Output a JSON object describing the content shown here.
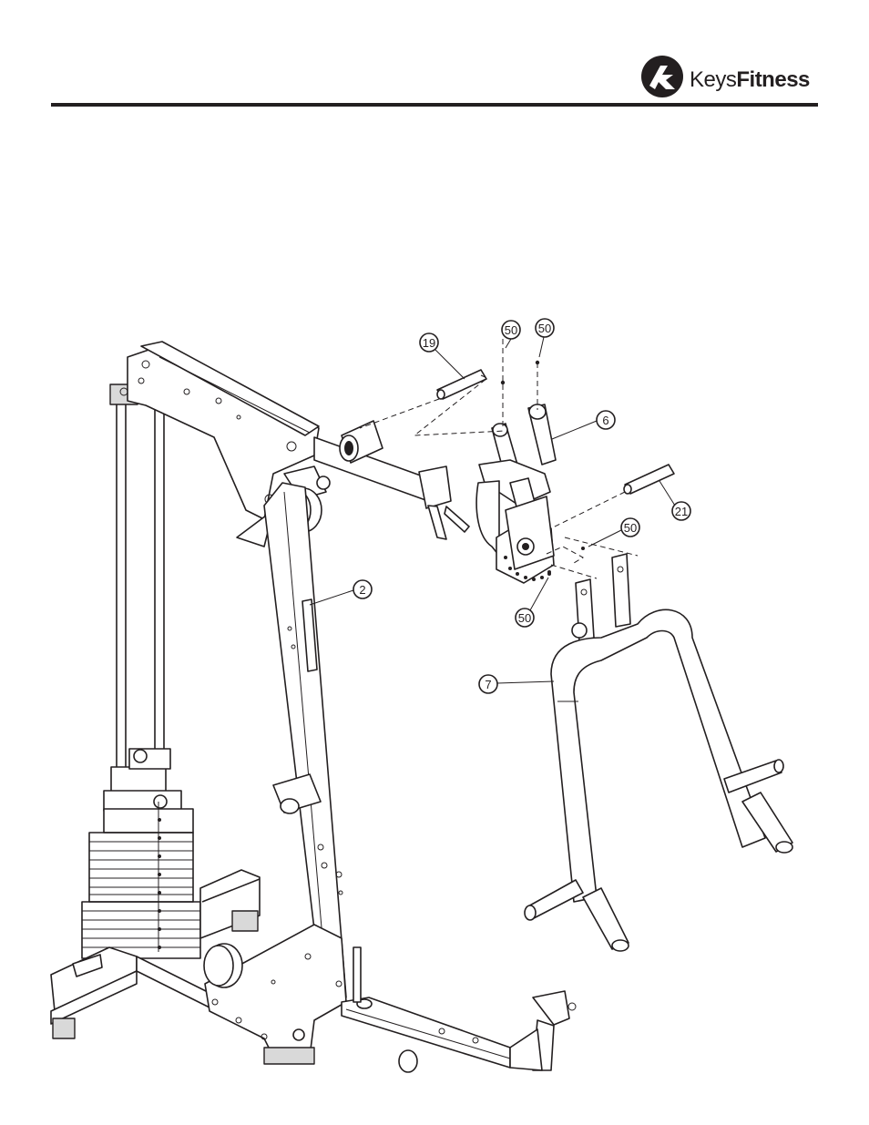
{
  "header": {
    "brand_regular": "Keys",
    "brand_bold": "Fitness"
  },
  "callouts": [
    {
      "id": "c19",
      "label": "19"
    },
    {
      "id": "c50a",
      "label": "50"
    },
    {
      "id": "c50b",
      "label": "50"
    },
    {
      "id": "c6",
      "label": "6"
    },
    {
      "id": "c21",
      "label": "21"
    },
    {
      "id": "c50c",
      "label": "50"
    },
    {
      "id": "c2",
      "label": "2"
    },
    {
      "id": "c50d",
      "label": "50"
    },
    {
      "id": "c7",
      "label": "7"
    }
  ],
  "colors": {
    "ink": "#231f20",
    "paper": "#ffffff"
  }
}
